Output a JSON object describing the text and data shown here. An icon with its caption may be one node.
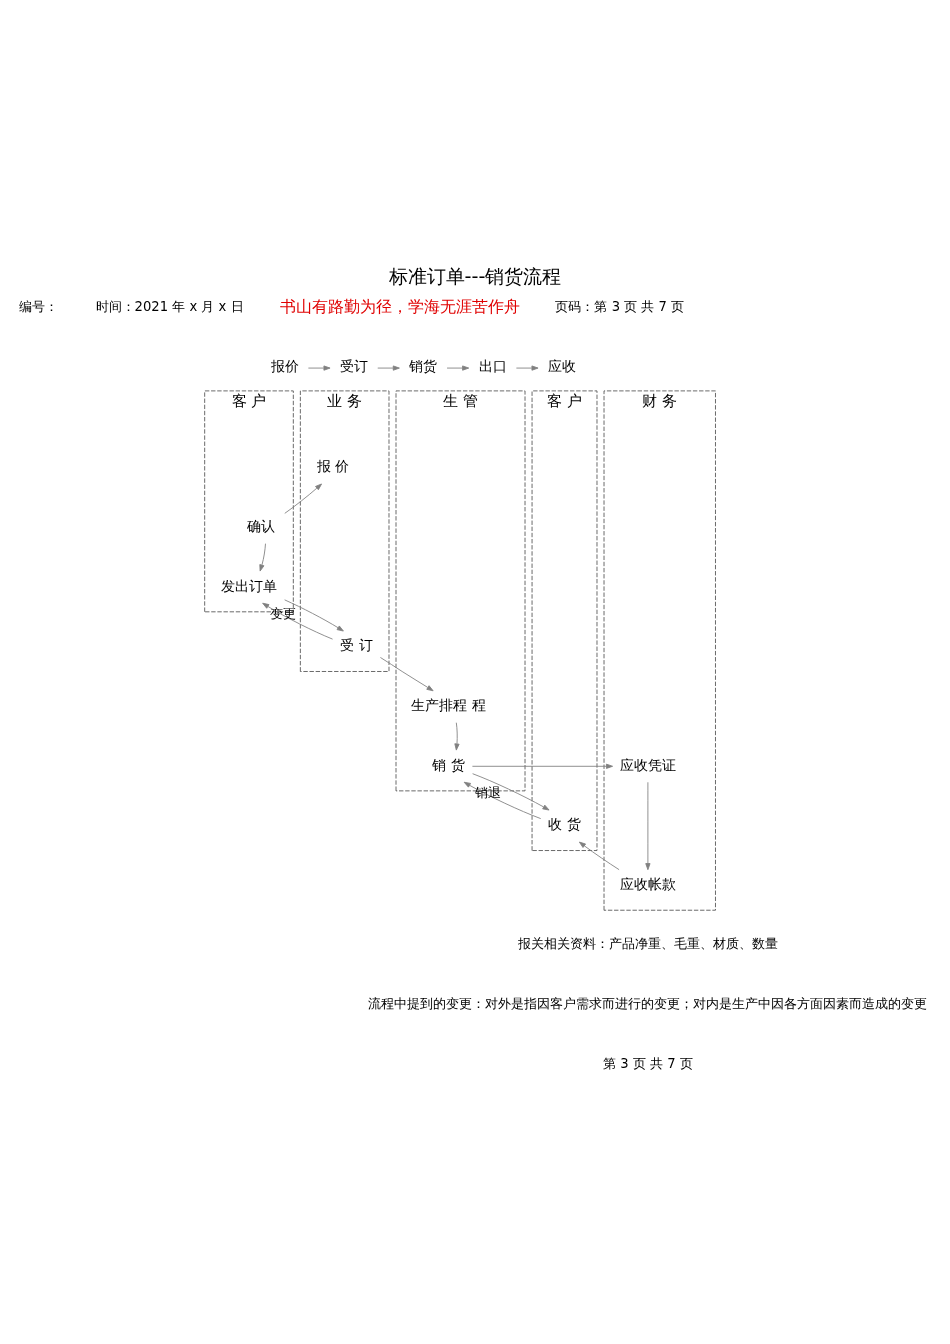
{
  "diagram": {
    "title": "标准订单---销货流程",
    "nodes": [
      {
        "text": [
          "报价"
        ]
      },
      {
        "text": [
          "受订"
        ]
      },
      {
        "text": [
          "销货"
        ]
      },
      {
        "text": [
          "出口"
        ]
      },
      {
        "text": [
          "应收"
        ]
      },
      {
        "text": [
          "客 户"
        ]
      },
      {
        "text": [
          "业 务"
        ]
      },
      {
        "text": [
          "生 管"
        ]
      },
      {
        "text": [
          "客 户"
        ]
      },
      {
        "text": [
          "财 务"
        ]
      },
      {
        "text": [
          "报 价"
        ],
        "in": 6
      },
      {
        "text": [
          "确认"
        ],
        "in": 5
      },
      {
        "text": [
          "发出订单"
        ],
        "in": 5
      },
      {
        "text": [
          "受 订"
        ],
        "in": 6
      },
      {
        "text": [
          "生产排程 程"
        ],
        "in": 7
      },
      {
        "text": [
          "销 货"
        ],
        "in": 7
      },
      {
        "text": [
          "收 货"
        ],
        "in": 8
      },
      {
        "text": [
          "应收凭证"
        ],
        "in": 9
      },
      {
        "text": [
          "应收帐款"
        ],
        "in": 9
      }
    ],
    "edges": [
      {
        "from": 0,
        "to": 1,
        "arrow": "to"
      },
      {
        "from": 1,
        "to": 2,
        "arrow": "to"
      },
      {
        "from": 2,
        "to": 3,
        "arrow": "to"
      },
      {
        "from": 3,
        "to": 4,
        "arrow": "to"
      },
      {
        "from": 11,
        "to": 10,
        "arrow": "to"
      },
      {
        "from": 11,
        "to": 12,
        "arrow": "to"
      },
      {
        "from": 12,
        "to": 13,
        "arrow": "to"
      },
      {
        "from": 13,
        "to": 12,
        "arrow": "to",
        "label": "变更"
      },
      {
        "from": 13,
        "to": 14,
        "arrow": "to"
      },
      {
        "from": 14,
        "to": 15,
        "arrow": "to"
      },
      {
        "from": 15,
        "to": 17,
        "arrow": "to"
      },
      {
        "from": 15,
        "to": 16,
        "arrow": "to"
      },
      {
        "from": 16,
        "to": 15,
        "arrow": "to",
        "label": "销退"
      },
      {
        "from": 17,
        "to": 18,
        "arrow": "to"
      },
      {
        "from": 18,
        "to": 16,
        "arrow": "to"
      }
    ],
    "labels": [
      "编号：",
      "时间：2021 年 x 月 x 日",
      "书山有路勤为径，学海无涯苦作舟",
      "页码：第 3 页 共 7 页",
      "报关相关资料：产品净重、毛重、材质、数量",
      "流程中提到的变更：对外是指因客户需求而进行的变更；对内是生产中因各方面因素而造成的变更",
      "第 3 页 共 7 页"
    ]
  }
}
